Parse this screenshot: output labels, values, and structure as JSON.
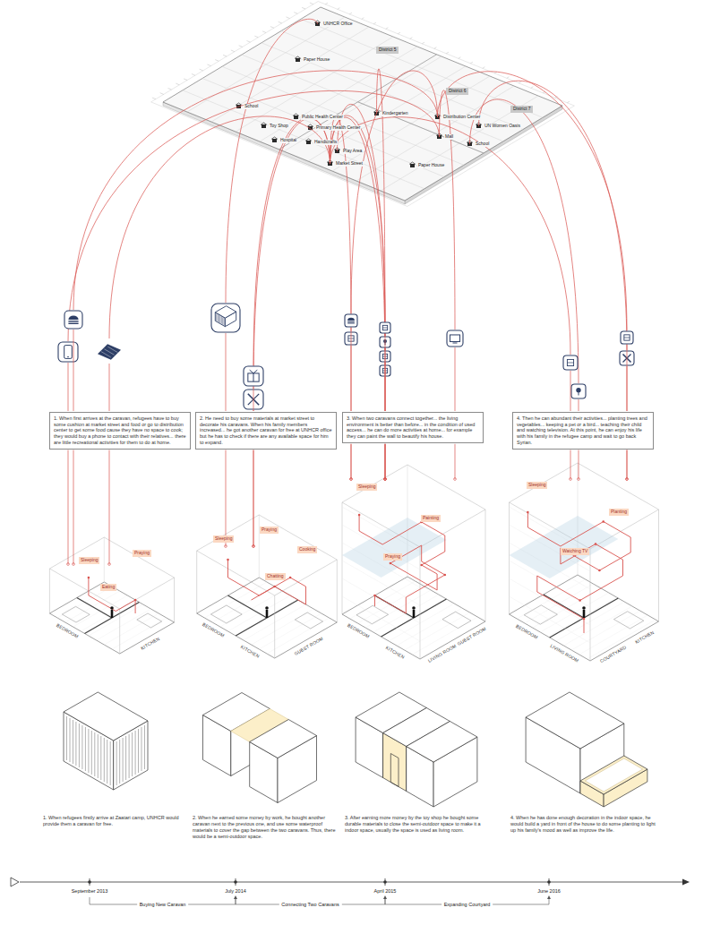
{
  "diagram": {
    "nodes": [
      {
        "text": [
          "1. When first arrives at the caravan, refugees have to buy some cushion at market street and food or go to distribution center to get some food cause they have no space to cook; they would buy a phone to contact with their relatives... there are little recreational activities for them to do at home."
        ]
      },
      {
        "text": [
          "2. He need to buy some materials at market street to decorate his caravans. When his family members increased... he got another caravan for free at UNHCR office but he has to check if there are any available space for him to expand."
        ]
      },
      {
        "text": [
          "3. When two caravans connect together... the living environment is better than before... in the condition of used access... he can do more activities at home... for example they can paint the wall to beautify his house."
        ]
      },
      {
        "text": [
          "4. Then he can abundant their activities... planting trees and vegetables... keeping a pet or a bird... teaching their child and watching television. At this point, he can enjoy his life with his family in the refugee camp and wait to go back Syrian."
        ]
      }
    ],
    "labels": [
      "UNHCR Office",
      "District 5",
      "Paper House",
      "School",
      "Toy Shop",
      "Public Health Center",
      "Primary Health Center",
      "Hospital",
      "Handicrafts",
      "Kindergarten",
      "District 6",
      "Distribution Center",
      "Mall",
      "UN Women Oasis",
      "School",
      "District 7",
      "Play Area",
      "Market Street",
      "Paper House",
      "1. When refugees firstly arrive at Zaatari camp, UNHCR would provide them a caravan for free.",
      "2. When he earned some money by work, he bought another caravan next to the previous one, and use some waterproof materials to cover the gap between the two caravans. Thus, there would be a semi-outdoor space.",
      "3. After earning more money by the toy shop he bought some durable materials to close the semi-outdoor space to make it a indoor space, usually the space is used as living room.",
      "4. When he has done enough decoration in the indoor space, he would build a yard in front of the house to do some planting to light up his family's mood as well as improve the life.",
      "September 2013",
      "July 2014",
      "April 2015",
      "June 2016",
      "Buying New Caravan",
      "Connecting Two Caravans",
      "Expanding Courtyard",
      "BEDROOM",
      "KITCHEN",
      "Sleeping",
      "Praying",
      "Eating",
      "BEDROOM",
      "KITCHEN",
      "GUEST ROOM",
      "Sleeping",
      "Praying",
      "Cooking",
      "Chatting",
      "BEDROOM",
      "KITCHEN",
      "LIVING ROOM",
      "GUEST ROOM",
      "Sleeping",
      "Painting",
      "Praying",
      "BEDROOM",
      "LIVING ROOM",
      "COURTYARD",
      "KITCHEN",
      "Sleeping",
      "Planting",
      "Watching TV"
    ]
  }
}
